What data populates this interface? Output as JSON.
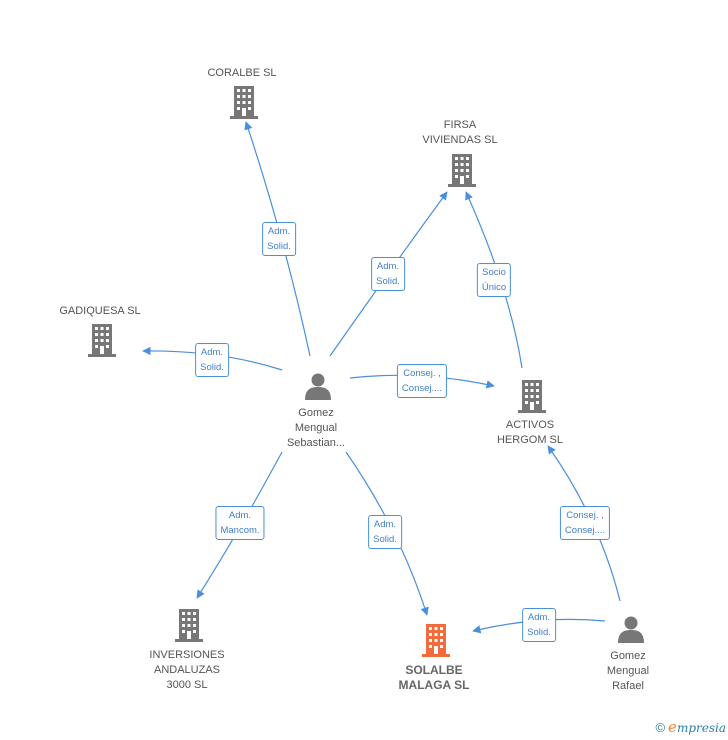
{
  "colors": {
    "edge": "#4a8fdc",
    "building": "#777777",
    "building_main": "#f26b3a",
    "person": "#777777"
  },
  "nodes": {
    "coralbe": {
      "lines": [
        "CORALBE SL"
      ],
      "icon": "building-icon"
    },
    "firsa": {
      "lines": [
        "FIRSA",
        "VIVIENDAS  SL"
      ],
      "icon": "building-icon"
    },
    "gadiquesa": {
      "lines": [
        "GADIQUESA SL"
      ],
      "icon": "building-icon"
    },
    "gomez_sebastian": {
      "lines": [
        "Gomez",
        "Mengual",
        "Sebastian..."
      ],
      "icon": "person-icon"
    },
    "activos": {
      "lines": [
        "ACTIVOS",
        "HERGOM  SL"
      ],
      "icon": "building-icon"
    },
    "inversiones": {
      "lines": [
        "INVERSIONES",
        "ANDALUZAS",
        "3000  SL"
      ],
      "icon": "building-icon"
    },
    "solalbe": {
      "lines": [
        "SOLALBE",
        "MALAGA  SL"
      ],
      "icon": "building-icon",
      "highlighted": true
    },
    "gomez_rafael": {
      "lines": [
        "Gomez",
        "Mengual",
        "Rafael"
      ],
      "icon": "person-icon"
    }
  },
  "edges": [
    {
      "from": "gomez_sebastian",
      "to": "coralbe",
      "label": [
        "Adm.",
        "Solid."
      ]
    },
    {
      "from": "gomez_sebastian",
      "to": "firsa",
      "label": [
        "Adm.",
        "Solid."
      ]
    },
    {
      "from": "gomez_sebastian",
      "to": "gadiquesa",
      "label": [
        "Adm.",
        "Solid."
      ]
    },
    {
      "from": "gomez_sebastian",
      "to": "activos",
      "label": [
        "Consej. ,",
        "Consej...."
      ]
    },
    {
      "from": "activos",
      "to": "firsa",
      "label": [
        "Socio",
        "Único"
      ]
    },
    {
      "from": "gomez_sebastian",
      "to": "inversiones",
      "label": [
        "Adm.",
        "Mancom."
      ]
    },
    {
      "from": "gomez_sebastian",
      "to": "solalbe",
      "label": [
        "Adm.",
        "Solid."
      ]
    },
    {
      "from": "gomez_rafael",
      "to": "activos",
      "label": [
        "Consej. ,",
        "Consej...."
      ]
    },
    {
      "from": "gomez_rafael",
      "to": "solalbe",
      "label": [
        "Adm.",
        "Solid."
      ]
    }
  ],
  "footer": {
    "copyright": "©",
    "brand_first": "e",
    "brand_rest": "mpresia"
  }
}
